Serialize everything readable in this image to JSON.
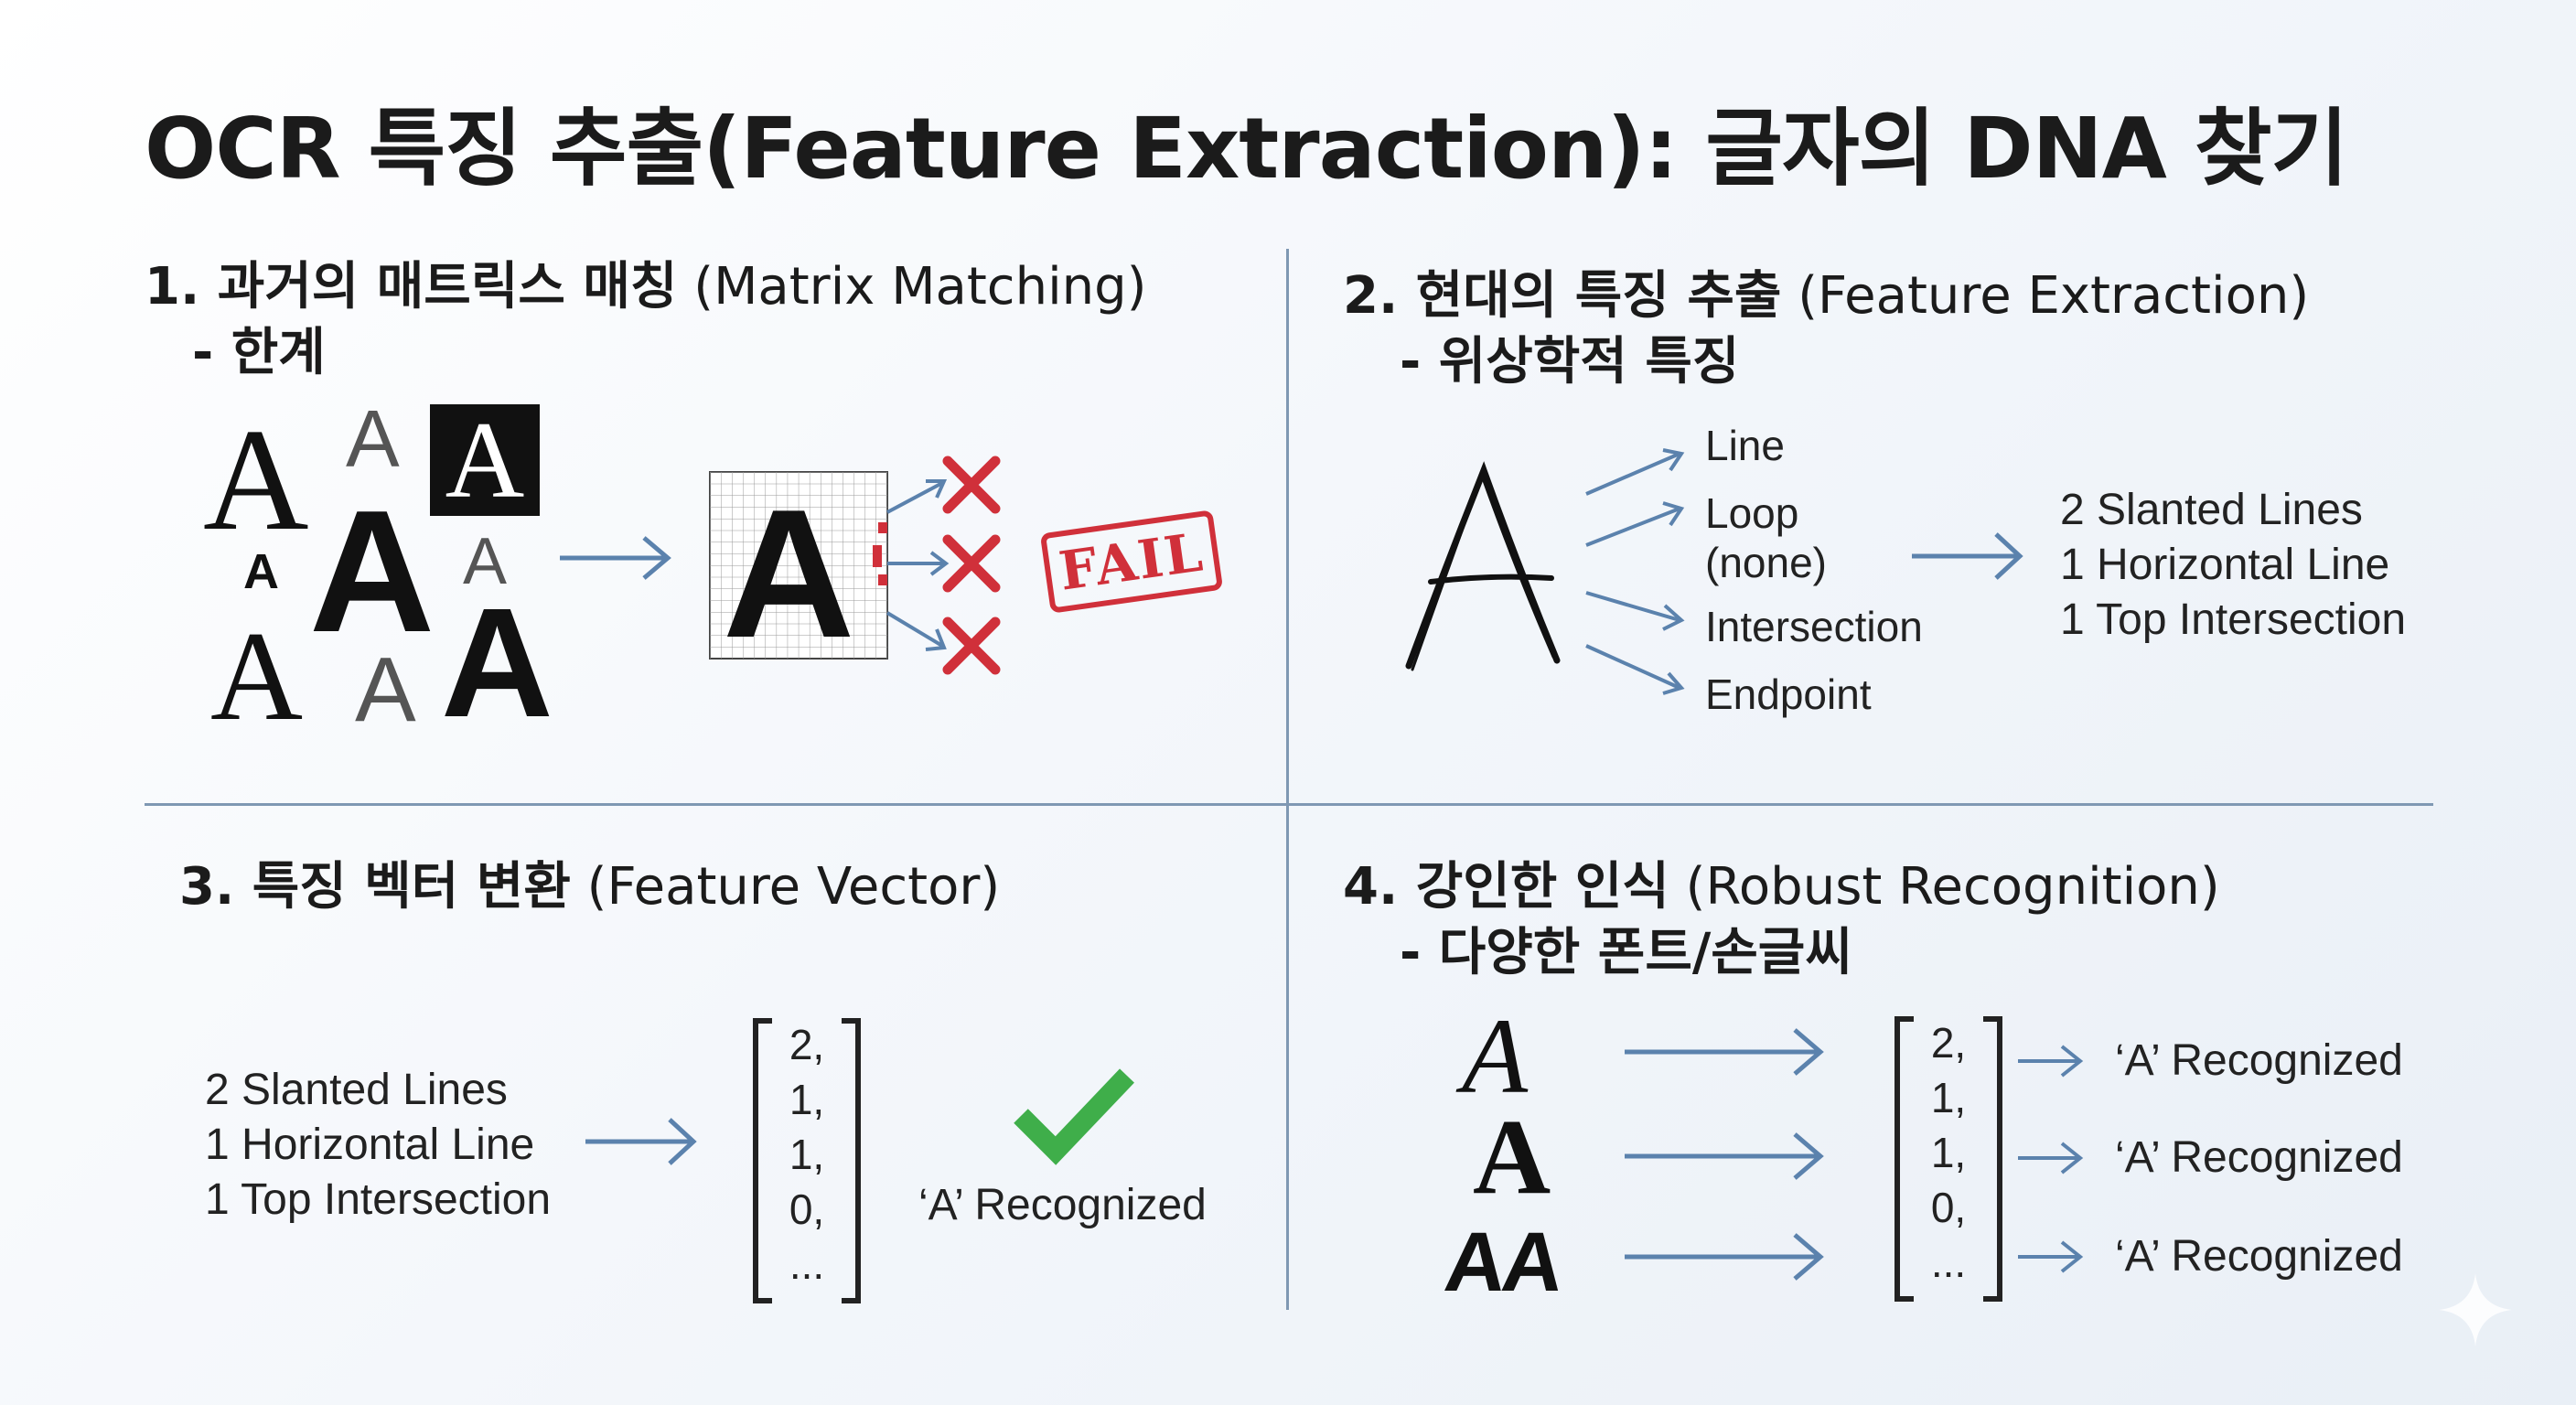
{
  "title": "OCR 특징 추출(Feature Extraction): 글자의 DNA 찾기",
  "glyph": "A",
  "glyph_pair": "AA",
  "panel1": {
    "heading_bold": "1. 과거의 매트릭스 매칭",
    "heading_normal": "(Matrix Matching)",
    "subtitle": "- 한계",
    "stamp": "FAIL"
  },
  "panel2": {
    "heading_bold": "2. 현대의 특징 추출",
    "heading_normal": "(Feature Extraction)",
    "subtitle": "- 위상학적 특징",
    "features": [
      "Line",
      "Loop",
      "(none)",
      "Intersection",
      "Endpoint"
    ],
    "result": [
      "2 Slanted Lines",
      "1 Horizontal Line",
      "1 Top Intersection"
    ]
  },
  "panel3": {
    "heading_bold": "3. 특징 벡터 변환",
    "heading_normal": "(Feature Vector)",
    "features": [
      "2 Slanted Lines",
      "1 Horizontal Line",
      "1 Top Intersection"
    ],
    "vector": [
      "2,",
      "1,",
      "1,",
      "0,",
      "..."
    ],
    "recognized": "‘A’ Recognized"
  },
  "panel4": {
    "heading_bold": "4. 강인한 인식",
    "heading_normal": "(Robust Recognition)",
    "subtitle": "- 다양한 폰트/손글씨",
    "vector": [
      "2,",
      "1,",
      "1,",
      "0,",
      "..."
    ],
    "recognized": [
      "‘A’ Recognized",
      "‘A’ Recognized",
      "‘A’ Recognized"
    ]
  },
  "colors": {
    "arrow": "#5b82ad",
    "fail_red": "#d0303a",
    "check_green": "#3fae4a",
    "divider": "#7f98b3"
  }
}
